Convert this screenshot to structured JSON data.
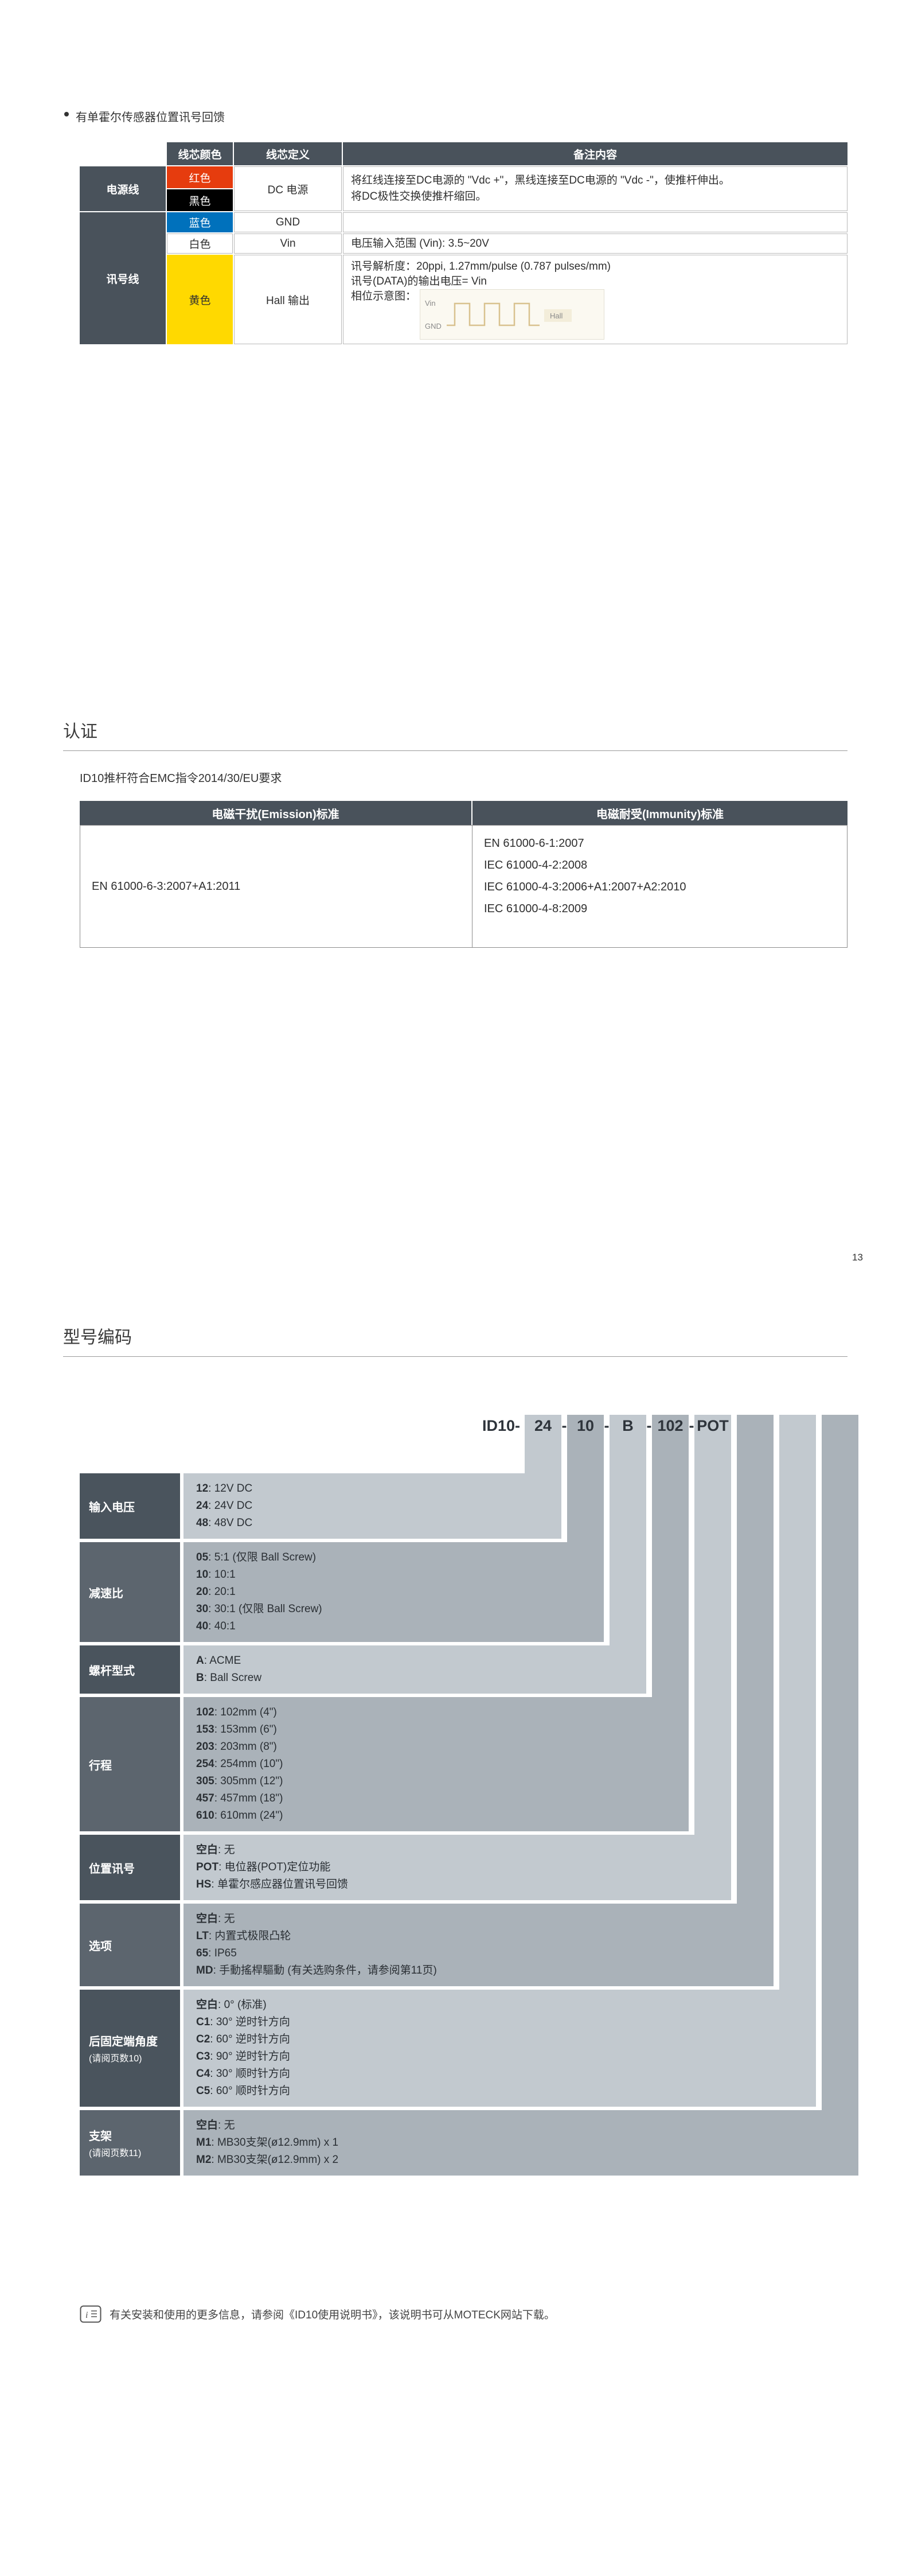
{
  "page": {
    "bullet_note": "有单霍尔传感器位置讯号回馈",
    "page_number": "13",
    "footer_note": "有关安装和使用的更多信息，请参阅《ID10使用说明书》，该说明书可从MOTECK网站下载。"
  },
  "colors": {
    "red_wire": "#e63c0e",
    "black_wire": "#000000",
    "blue_wire": "#0071bc",
    "white_wire": "#ffffff",
    "yellow_wire": "#ffd900",
    "header_bar": "#49525b"
  },
  "wire_table": {
    "header_color": "线芯颜色",
    "header_definition": "线芯定义",
    "header_remark": "备注内容",
    "group_power": "电源线",
    "group_signal": "讯号线",
    "rows": {
      "red": "红色",
      "black": "黑色",
      "blue": "蓝色",
      "white": "白色",
      "yellow": "黄色"
    },
    "definitions": {
      "dc": "DC 电源",
      "gnd": "GND",
      "vin": "Vin",
      "hall": "Hall 输出"
    },
    "remarks": {
      "dc_line1": "将红线连接至DC电源的 \"Vdc +\"，黑线连接至DC电源的 \"Vdc -\"，使推杆伸出。",
      "dc_line2": "将DC极性交换使推杆缩回。",
      "vin": "电压输入范围 (Vin): 3.5~20V",
      "hall_line1": "讯号解析度：20ppi, 1.27mm/pulse (0.787 pulses/mm)",
      "hall_line2": "讯号(DATA)的输出电压= Vin",
      "hall_line3": "相位示意图：",
      "wave_vin": "Vin",
      "wave_gnd": "GND",
      "wave_hall": "Hall"
    }
  },
  "certification": {
    "title": "认证",
    "intro": "ID10推杆符合EMC指令2014/30/EU要求",
    "header_emission": "电磁干扰(Emission)标准",
    "header_immunity": "电磁耐受(Immunity)标准",
    "emission_standard": "EN 61000-6-3:2007+A1:2011",
    "immunity_standards": [
      "EN 61000-6-1:2007",
      "IEC 61000-4-2:2008",
      "IEC 61000-4-3:2006+A1:2007+A2:2010",
      "IEC 61000-4-8:2009"
    ]
  },
  "model_coding": {
    "title": "型号编码",
    "code_prefix": "ID10-",
    "separator": "-",
    "code_segments": [
      "24",
      "10",
      "B",
      "102",
      "POT"
    ],
    "rows": [
      {
        "label": "输入电压",
        "sublabel": "",
        "lines": [
          {
            "code": "12",
            "desc": "12V DC"
          },
          {
            "code": "24",
            "desc": "24V DC"
          },
          {
            "code": "48",
            "desc": "48V DC"
          }
        ]
      },
      {
        "label": "减速比",
        "sublabel": "",
        "lines": [
          {
            "code": "05",
            "desc": "5:1 (仅限 Ball Screw)"
          },
          {
            "code": "10",
            "desc": "10:1"
          },
          {
            "code": "20",
            "desc": "20:1"
          },
          {
            "code": "30",
            "desc": "30:1 (仅限 Ball Screw)"
          },
          {
            "code": "40",
            "desc": "40:1"
          }
        ]
      },
      {
        "label": "螺杆型式",
        "sublabel": "",
        "lines": [
          {
            "code": "A",
            "desc": "ACME"
          },
          {
            "code": "B",
            "desc": "Ball Screw"
          }
        ]
      },
      {
        "label": "行程",
        "sublabel": "",
        "lines": [
          {
            "code": "102",
            "desc": "102mm (4\")"
          },
          {
            "code": "153",
            "desc": "153mm (6\")"
          },
          {
            "code": "203",
            "desc": "203mm (8\")"
          },
          {
            "code": "254",
            "desc": "254mm (10\")"
          },
          {
            "code": "305",
            "desc": "305mm (12\")"
          },
          {
            "code": "457",
            "desc": "457mm (18\")"
          },
          {
            "code": "610",
            "desc": "610mm (24\")"
          }
        ]
      },
      {
        "label": "位置讯号",
        "sublabel": "",
        "lines": [
          {
            "code": "空白",
            "desc": "无"
          },
          {
            "code": "POT",
            "desc": "电位器(POT)定位功能"
          },
          {
            "code": "HS",
            "desc": "单霍尔感应器位置讯号回馈"
          }
        ]
      },
      {
        "label": "选项",
        "sublabel": "",
        "lines": [
          {
            "code": "空白",
            "desc": "无"
          },
          {
            "code": "LT",
            "desc": "内置式极限凸轮"
          },
          {
            "code": "65",
            "desc": "IP65"
          },
          {
            "code": "MD",
            "desc": "手動搖桿驅動 (有关选购条件，请参阅第11页)"
          }
        ]
      },
      {
        "label": "后固定端角度",
        "sublabel": "(请阅页数10)",
        "lines": [
          {
            "code": "空白",
            "desc": "0° (标准)"
          },
          {
            "code": "C1",
            "desc": "30° 逆时针方向"
          },
          {
            "code": "C2",
            "desc": "60° 逆时针方向"
          },
          {
            "code": "C3",
            "desc": "90° 逆时针方向"
          },
          {
            "code": "C4",
            "desc": "30° 顺时针方向"
          },
          {
            "code": "C5",
            "desc": "60° 顺时针方向"
          }
        ]
      },
      {
        "label": "支架",
        "sublabel": "(请阅页数11)",
        "lines": [
          {
            "code": "空白",
            "desc": "无"
          },
          {
            "code": "M1",
            "desc": "MB30支架(ø12.9mm) x 1"
          },
          {
            "code": "M2",
            "desc": "MB30支架(ø12.9mm) x 2"
          }
        ]
      }
    ]
  }
}
